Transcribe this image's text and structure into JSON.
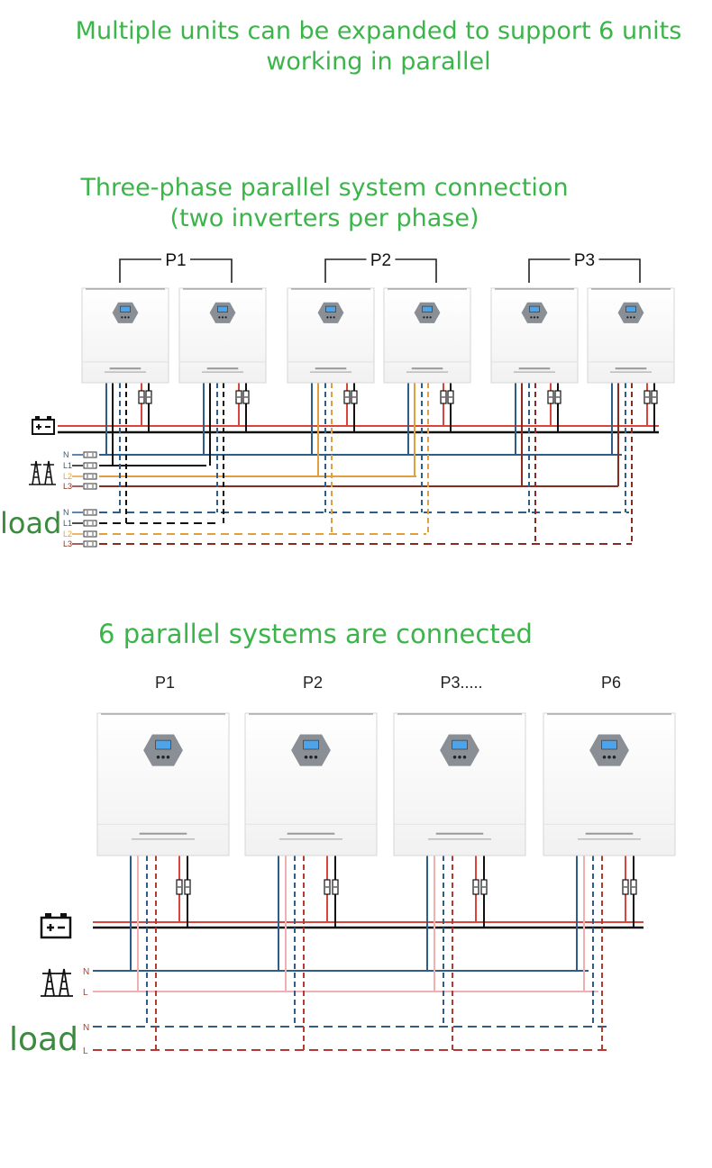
{
  "headings": {
    "intro_line1": "Multiple units can be expanded to support 6 units",
    "intro_line2": "working in parallel",
    "three_phase_line1": "Three-phase parallel system connection",
    "three_phase_line2": "(two inverters per phase)",
    "six_parallel": "6 parallel systems are connected"
  },
  "three_phase": {
    "groups": [
      "P1",
      "P2",
      "P3"
    ],
    "grid_labels": [
      "N",
      "L1",
      "L2",
      "L3"
    ],
    "load_label": "load",
    "load_labels": [
      "N",
      "L1",
      "L2",
      "L3"
    ]
  },
  "six_parallel": {
    "groups": [
      "P1",
      "P2",
      "P3.....",
      "P6"
    ],
    "grid_labels": [
      "N",
      "L"
    ],
    "load_label": "load",
    "load_labels": [
      "N",
      "L"
    ]
  },
  "icons": [
    "battery-icon",
    "power-tower-icon"
  ],
  "colors": {
    "heading": "#3bb54a",
    "battery_positive": "#d9443c",
    "battery_negative": "#111111",
    "neutral": "#2f5d8a",
    "L1": "#111111",
    "L2": "#e0a040",
    "L3": "#8a2b22",
    "single_phase_L": "#f0b0b0",
    "load_L": "#b43a32"
  }
}
